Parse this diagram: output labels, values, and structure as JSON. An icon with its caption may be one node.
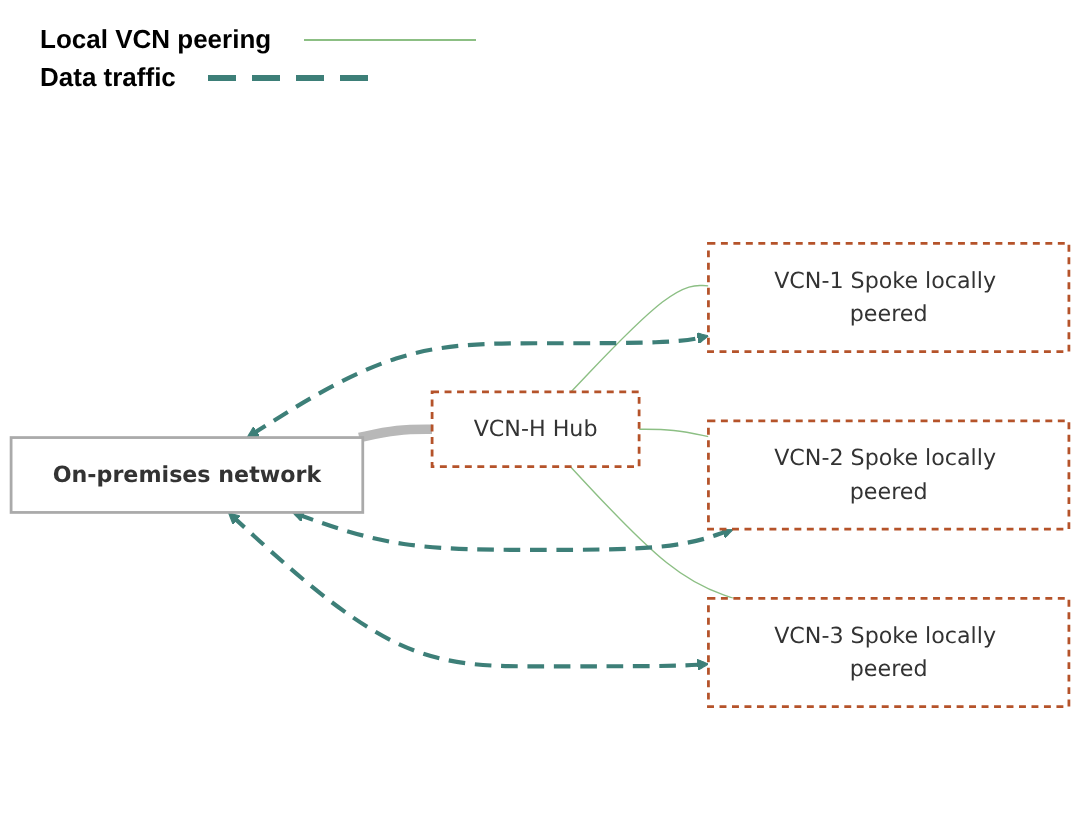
{
  "diagram": {
    "nodes": [
      {
        "text": [
          "On-premises network"
        ]
      },
      {
        "text": [
          "VCN-H Hub"
        ]
      },
      {
        "text": [
          "VCN-1 Spoke locally peered"
        ]
      },
      {
        "text": [
          "VCN-2 Spoke locally peered"
        ]
      },
      {
        "text": [
          "VCN-3 Spoke locally peered"
        ]
      }
    ],
    "edges": [
      {
        "from": 1,
        "to": 2,
        "arrow": "none",
        "color": "#8cbf84"
      },
      {
        "from": 1,
        "to": 3,
        "arrow": "none",
        "color": "#8cbf84"
      },
      {
        "from": 1,
        "to": 4,
        "arrow": "none",
        "color": "#8cbf84"
      },
      {
        "from": 0,
        "to": 1,
        "arrow": "none",
        "style": "thick",
        "color": "#b8b8b8"
      },
      {
        "from": 0,
        "to": 2,
        "arrow": "both",
        "style": "dashed",
        "color": "#3d7f78"
      },
      {
        "from": 0,
        "to": 3,
        "arrow": "both",
        "style": "dashed",
        "color": "#3d7f78"
      },
      {
        "from": 0,
        "to": 4,
        "arrow": "both",
        "style": "dashed",
        "color": "#3d7f78"
      }
    ],
    "legend": [
      {
        "text": "Local VCN peering"
      },
      {
        "text": "Data traffic"
      }
    ]
  }
}
